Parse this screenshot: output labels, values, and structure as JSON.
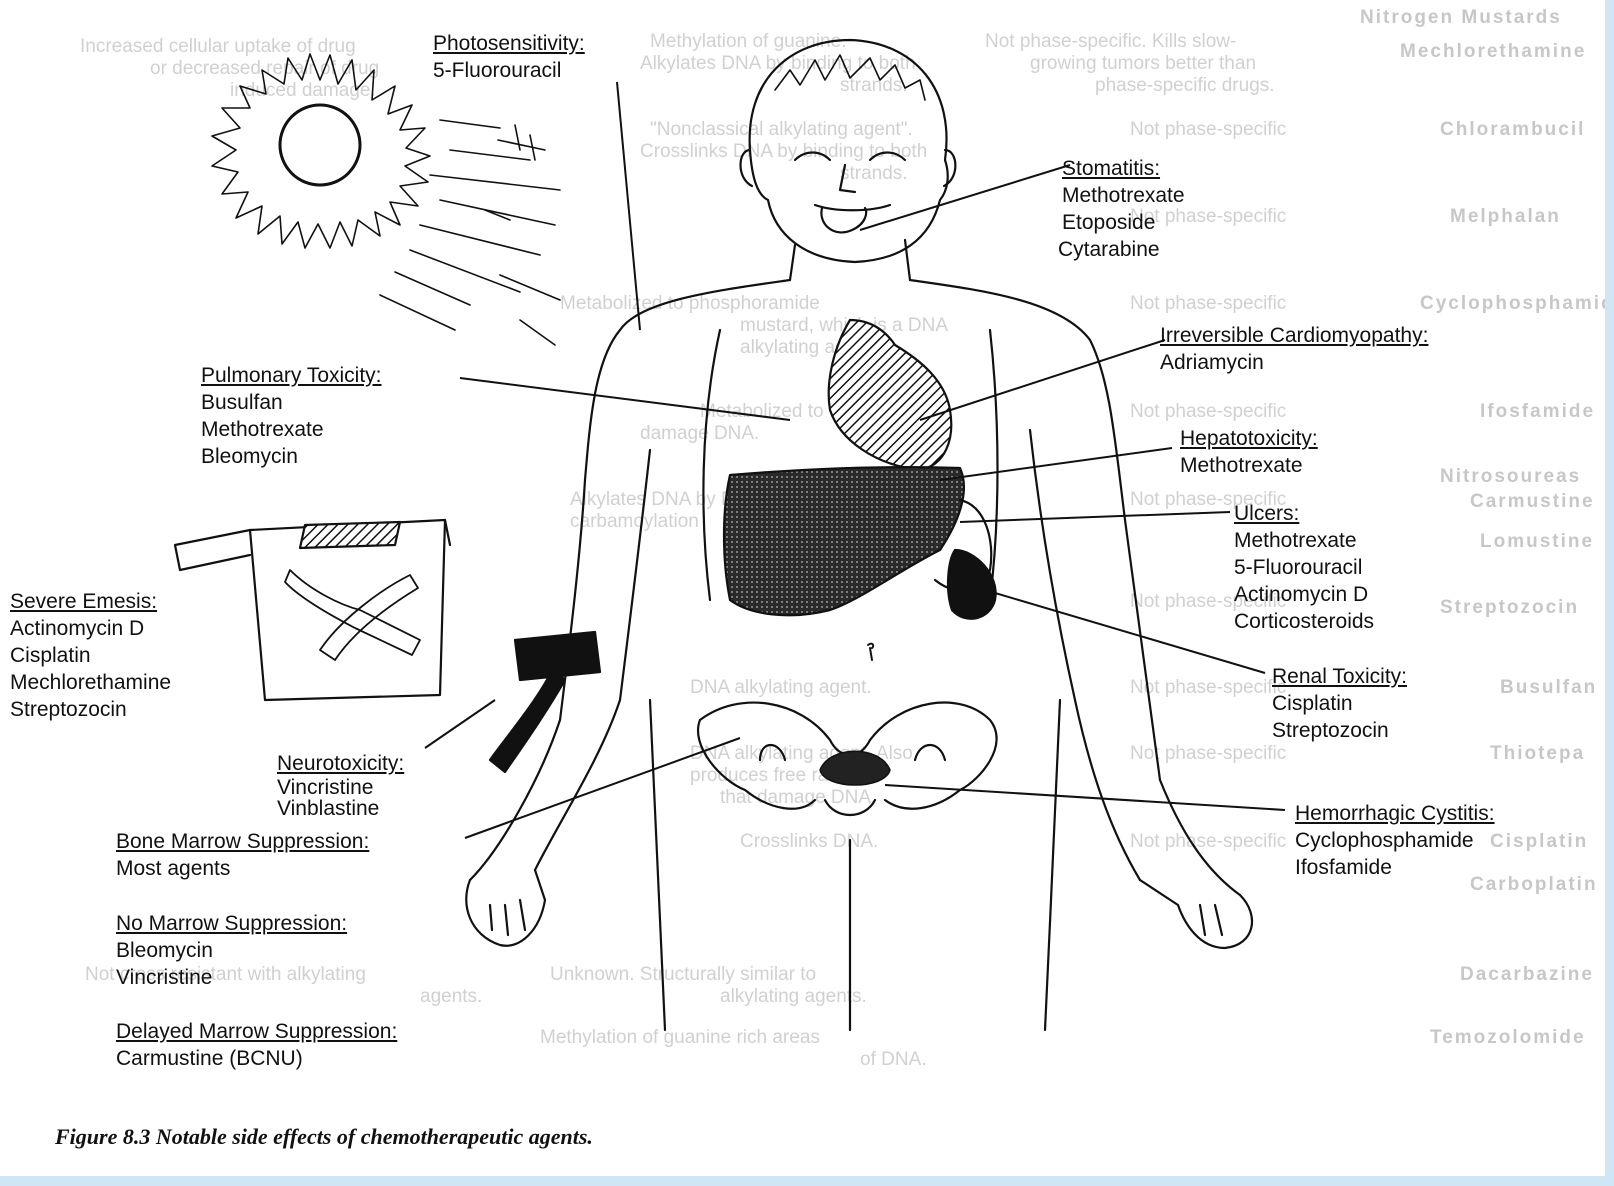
{
  "caption": "Figure 8.3 Notable side effects of chemotherapeutic agents.",
  "labels": {
    "photosensitivity": {
      "heading": "Photosensitivity:",
      "drugs": [
        "5-Fluorouracil"
      ]
    },
    "stomatitis": {
      "heading": "Stomatitis:",
      "drugs": [
        "Methotrexate",
        "Etoposide",
        "Cytarabine"
      ]
    },
    "cardiomyopathy": {
      "heading": "Irreversible Cardiomyopathy:",
      "drugs": [
        "Adriamycin"
      ]
    },
    "pulmonary": {
      "heading": "Pulmonary Toxicity:",
      "drugs": [
        "Busulfan",
        "Methotrexate",
        "Bleomycin"
      ]
    },
    "hepatotoxicity": {
      "heading": "Hepatotoxicity:",
      "drugs": [
        "Methotrexate"
      ]
    },
    "ulcers": {
      "heading": "Ulcers:",
      "drugs": [
        "Methotrexate",
        "5-Fluorouracil",
        "Actinomycin D",
        "Corticosteroids"
      ]
    },
    "emesis": {
      "heading": "Severe Emesis:",
      "drugs": [
        "Actinomycin D",
        "Cisplatin",
        "Mechlorethamine",
        "Streptozocin"
      ]
    },
    "renal": {
      "heading": "Renal Toxicity:",
      "drugs": [
        "Cisplatin",
        "Streptozocin"
      ]
    },
    "neurotoxicity": {
      "heading": "Neurotoxicity:",
      "drugs": [
        "Vincristine",
        "Vinblastine"
      ]
    },
    "bone_marrow": {
      "heading": "Bone Marrow Suppression:",
      "drugs": [
        "Most agents"
      ]
    },
    "hemorrhagic": {
      "heading": "Hemorrhagic Cystitis:",
      "drugs": [
        "Cyclophosphamide",
        "Ifosfamide"
      ]
    },
    "no_marrow": {
      "heading": "No Marrow Suppression:",
      "drugs": [
        "Bleomycin",
        "Vincristine"
      ]
    },
    "delayed_marrow": {
      "heading": "Delayed Marrow Suppression:",
      "drugs": [
        "Carmustine (BCNU)"
      ]
    }
  },
  "background_text": {
    "col1": [
      "Increased cellular uptake of drug",
      "or decreased repair of drug",
      "induced damage.",
      "Not cross resistant with alkylating",
      "agents."
    ],
    "col2": [
      "Methylation of guanine.",
      "Alkylates DNA by binding to both",
      "strands.",
      "\"Nonclassical alkylating agent\".",
      "Crosslinks DNA by binding to both",
      "strands.",
      "Metabolized to phosphoramide",
      "mustard, which is a DNA",
      "alkylating agent.",
      "Metabolized to",
      "damage DNA.",
      "Alkylates DNA by DNA",
      "carbamoylation",
      "DNA alkylating agent.",
      "DNA alkylating agent. Also",
      "produces free radicals",
      "that damage DNA.",
      "Crosslinks DNA.",
      "Unknown. Structurally similar to",
      "alkylating agents.",
      "Methylation of guanine rich areas",
      "of DNA."
    ],
    "col3": [
      "Not phase-specific. Kills slow-",
      "growing tumors better than",
      "phase-specific drugs.",
      "Not phase-specific",
      "Not phase-specific",
      "Not phase-specific",
      "Not phase-specific",
      "Not phase-specific",
      "Not phase-specific",
      "Not phase-specific",
      "Not phase-specific",
      "Not phase-specific"
    ],
    "col4": [
      "Nitrogen Mustards",
      "Chlorambucil",
      "Mechlorethamine",
      "Melphalan",
      "Cyclophosphamide",
      "Ifosfamide",
      "Nitrosoureas",
      "Carmustine",
      "Lomustine",
      "Streptozocin",
      "Busulfan",
      "Thiotepa",
      "Cisplatin",
      "Carboplatin",
      "Dacarbazine",
      "Temozolomide"
    ]
  }
}
